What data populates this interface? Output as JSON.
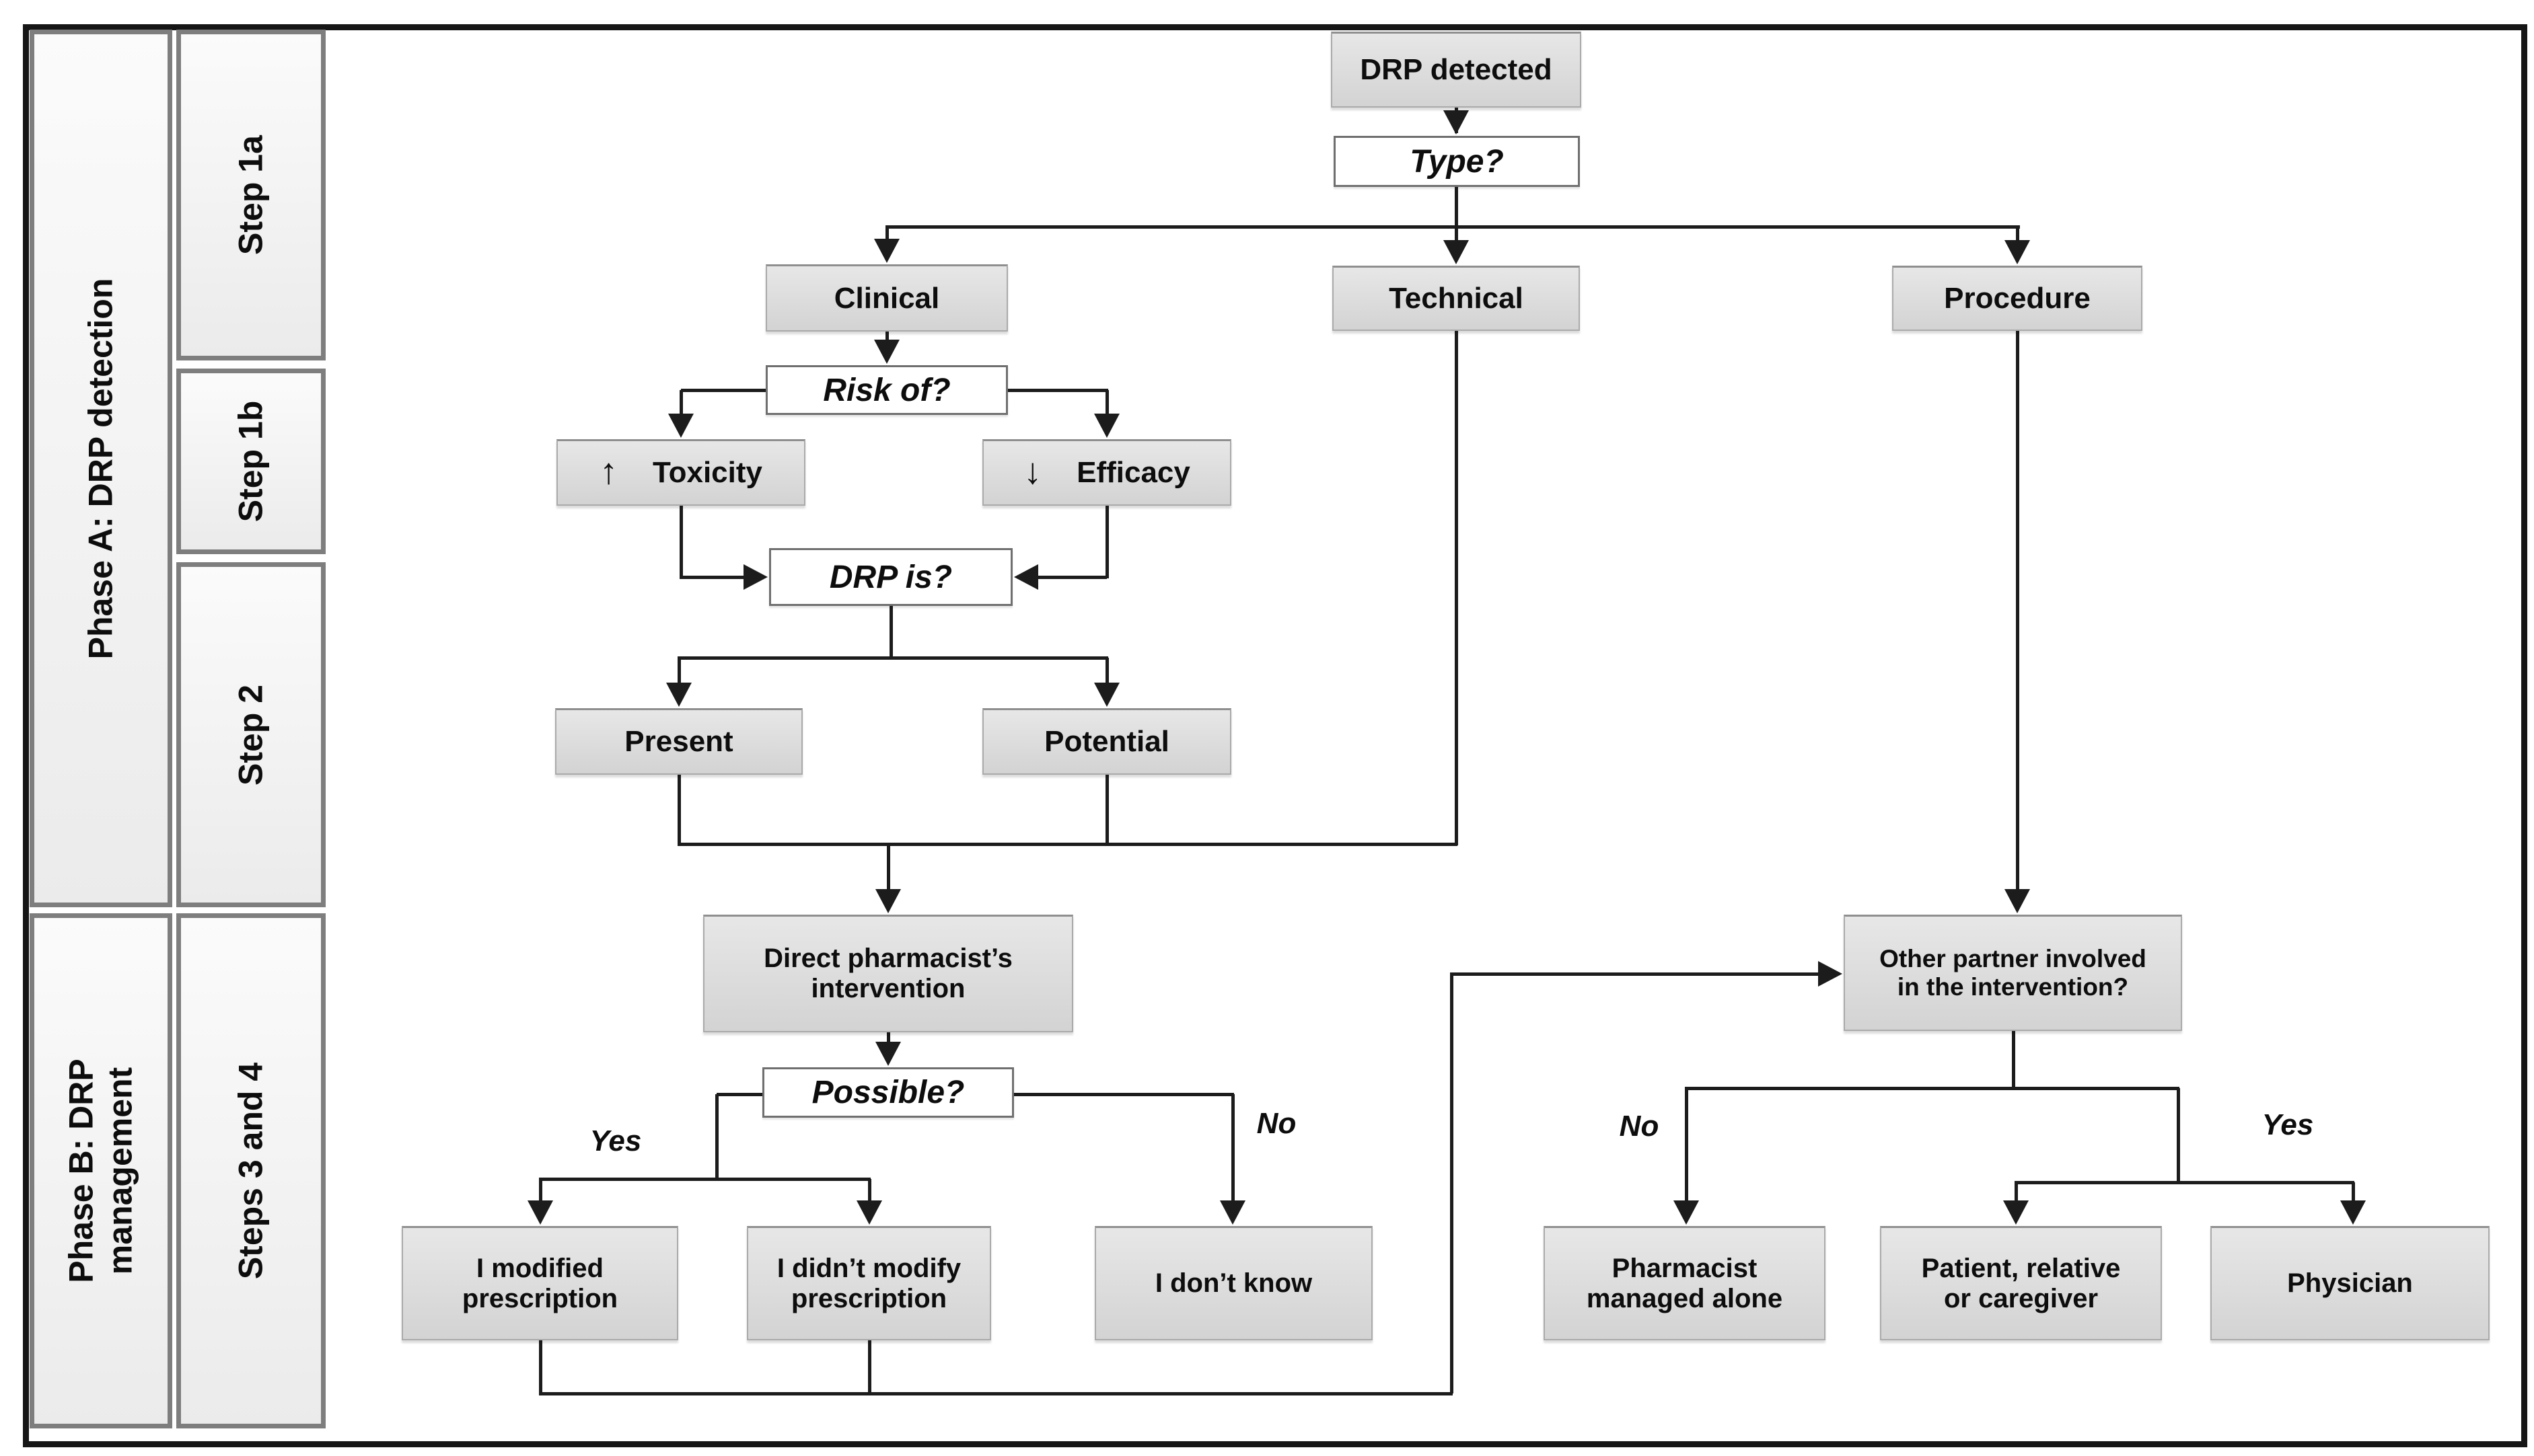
{
  "diagram": {
    "sidebar": {
      "phase_a": "Phase A: DRP detection",
      "phase_b": "Phase B: DRP management",
      "step_1a": "Step 1a",
      "step_1b": "Step 1b",
      "step_2": "Step 2",
      "steps_3_4": "Steps 3 and 4"
    },
    "nodes": {
      "drp_detected": "DRP detected",
      "type_q": "Type?",
      "clinical": "Clinical",
      "technical": "Technical",
      "procedure": "Procedure",
      "risk_of": "Risk of?",
      "toxicity": "Toxicity",
      "efficacy": "Efficacy",
      "drp_is": "DRP is?",
      "present": "Present",
      "potential": "Potential",
      "direct_intervention": "Direct pharmacist’s\nintervention",
      "possible": "Possible?",
      "i_modified": "I modified\nprescription",
      "i_didnt_modify": "I didn’t modify\nprescription",
      "i_dont_know": "I don’t know",
      "other_partner": "Other partner involved\nin the intervention?",
      "pharmacist_alone": "Pharmacist\nmanaged alone",
      "patient_relative": "Patient, relative\nor caregiver",
      "physician": "Physician"
    },
    "icons": {
      "increase": "↑",
      "decrease": "↓"
    },
    "edge_labels": {
      "possible_yes": "Yes",
      "possible_no": "No",
      "partner_no": "No",
      "partner_yes": "Yes"
    },
    "colors": {
      "node_fill": "#dcdcdc",
      "node_border": "#a9a9a9",
      "decision_border": "#6f6f6f",
      "line": "#1c1c1c",
      "sidebar_fill": "#f2f2f2",
      "sidebar_border": "#7e7e7e",
      "frame_border": "#161616"
    }
  }
}
